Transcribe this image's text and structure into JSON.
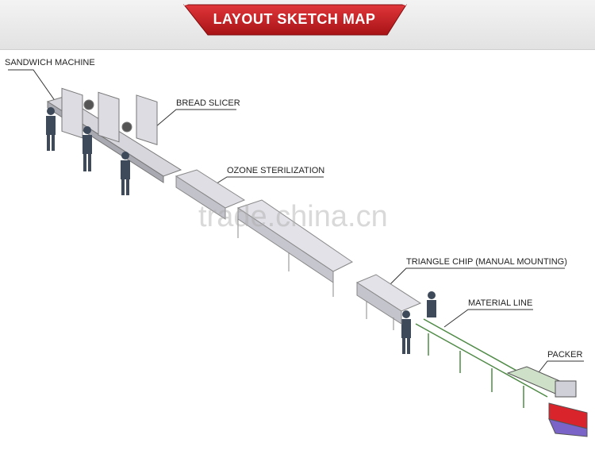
{
  "header": {
    "title": "LAYOUT SKETCH MAP"
  },
  "labels": {
    "sandwich_machine": "SANDWICH MACHINE",
    "bread_slicer": "BREAD SLICER",
    "ozone_sterilization": "OZONE STERILIZATION",
    "triangle_chip": "TRIANGLE CHIP (MANUAL MOUNTING)",
    "material_line": "MATERIAL LINE",
    "packer": "PACKER"
  },
  "watermark": "trade.china.cn",
  "colors": {
    "banner_red": "#c8191c",
    "machine_gray": "#d9d9df",
    "packer_purple": "#7a64c8",
    "packer_red": "#d8242a",
    "line_green": "#4f8a46"
  }
}
